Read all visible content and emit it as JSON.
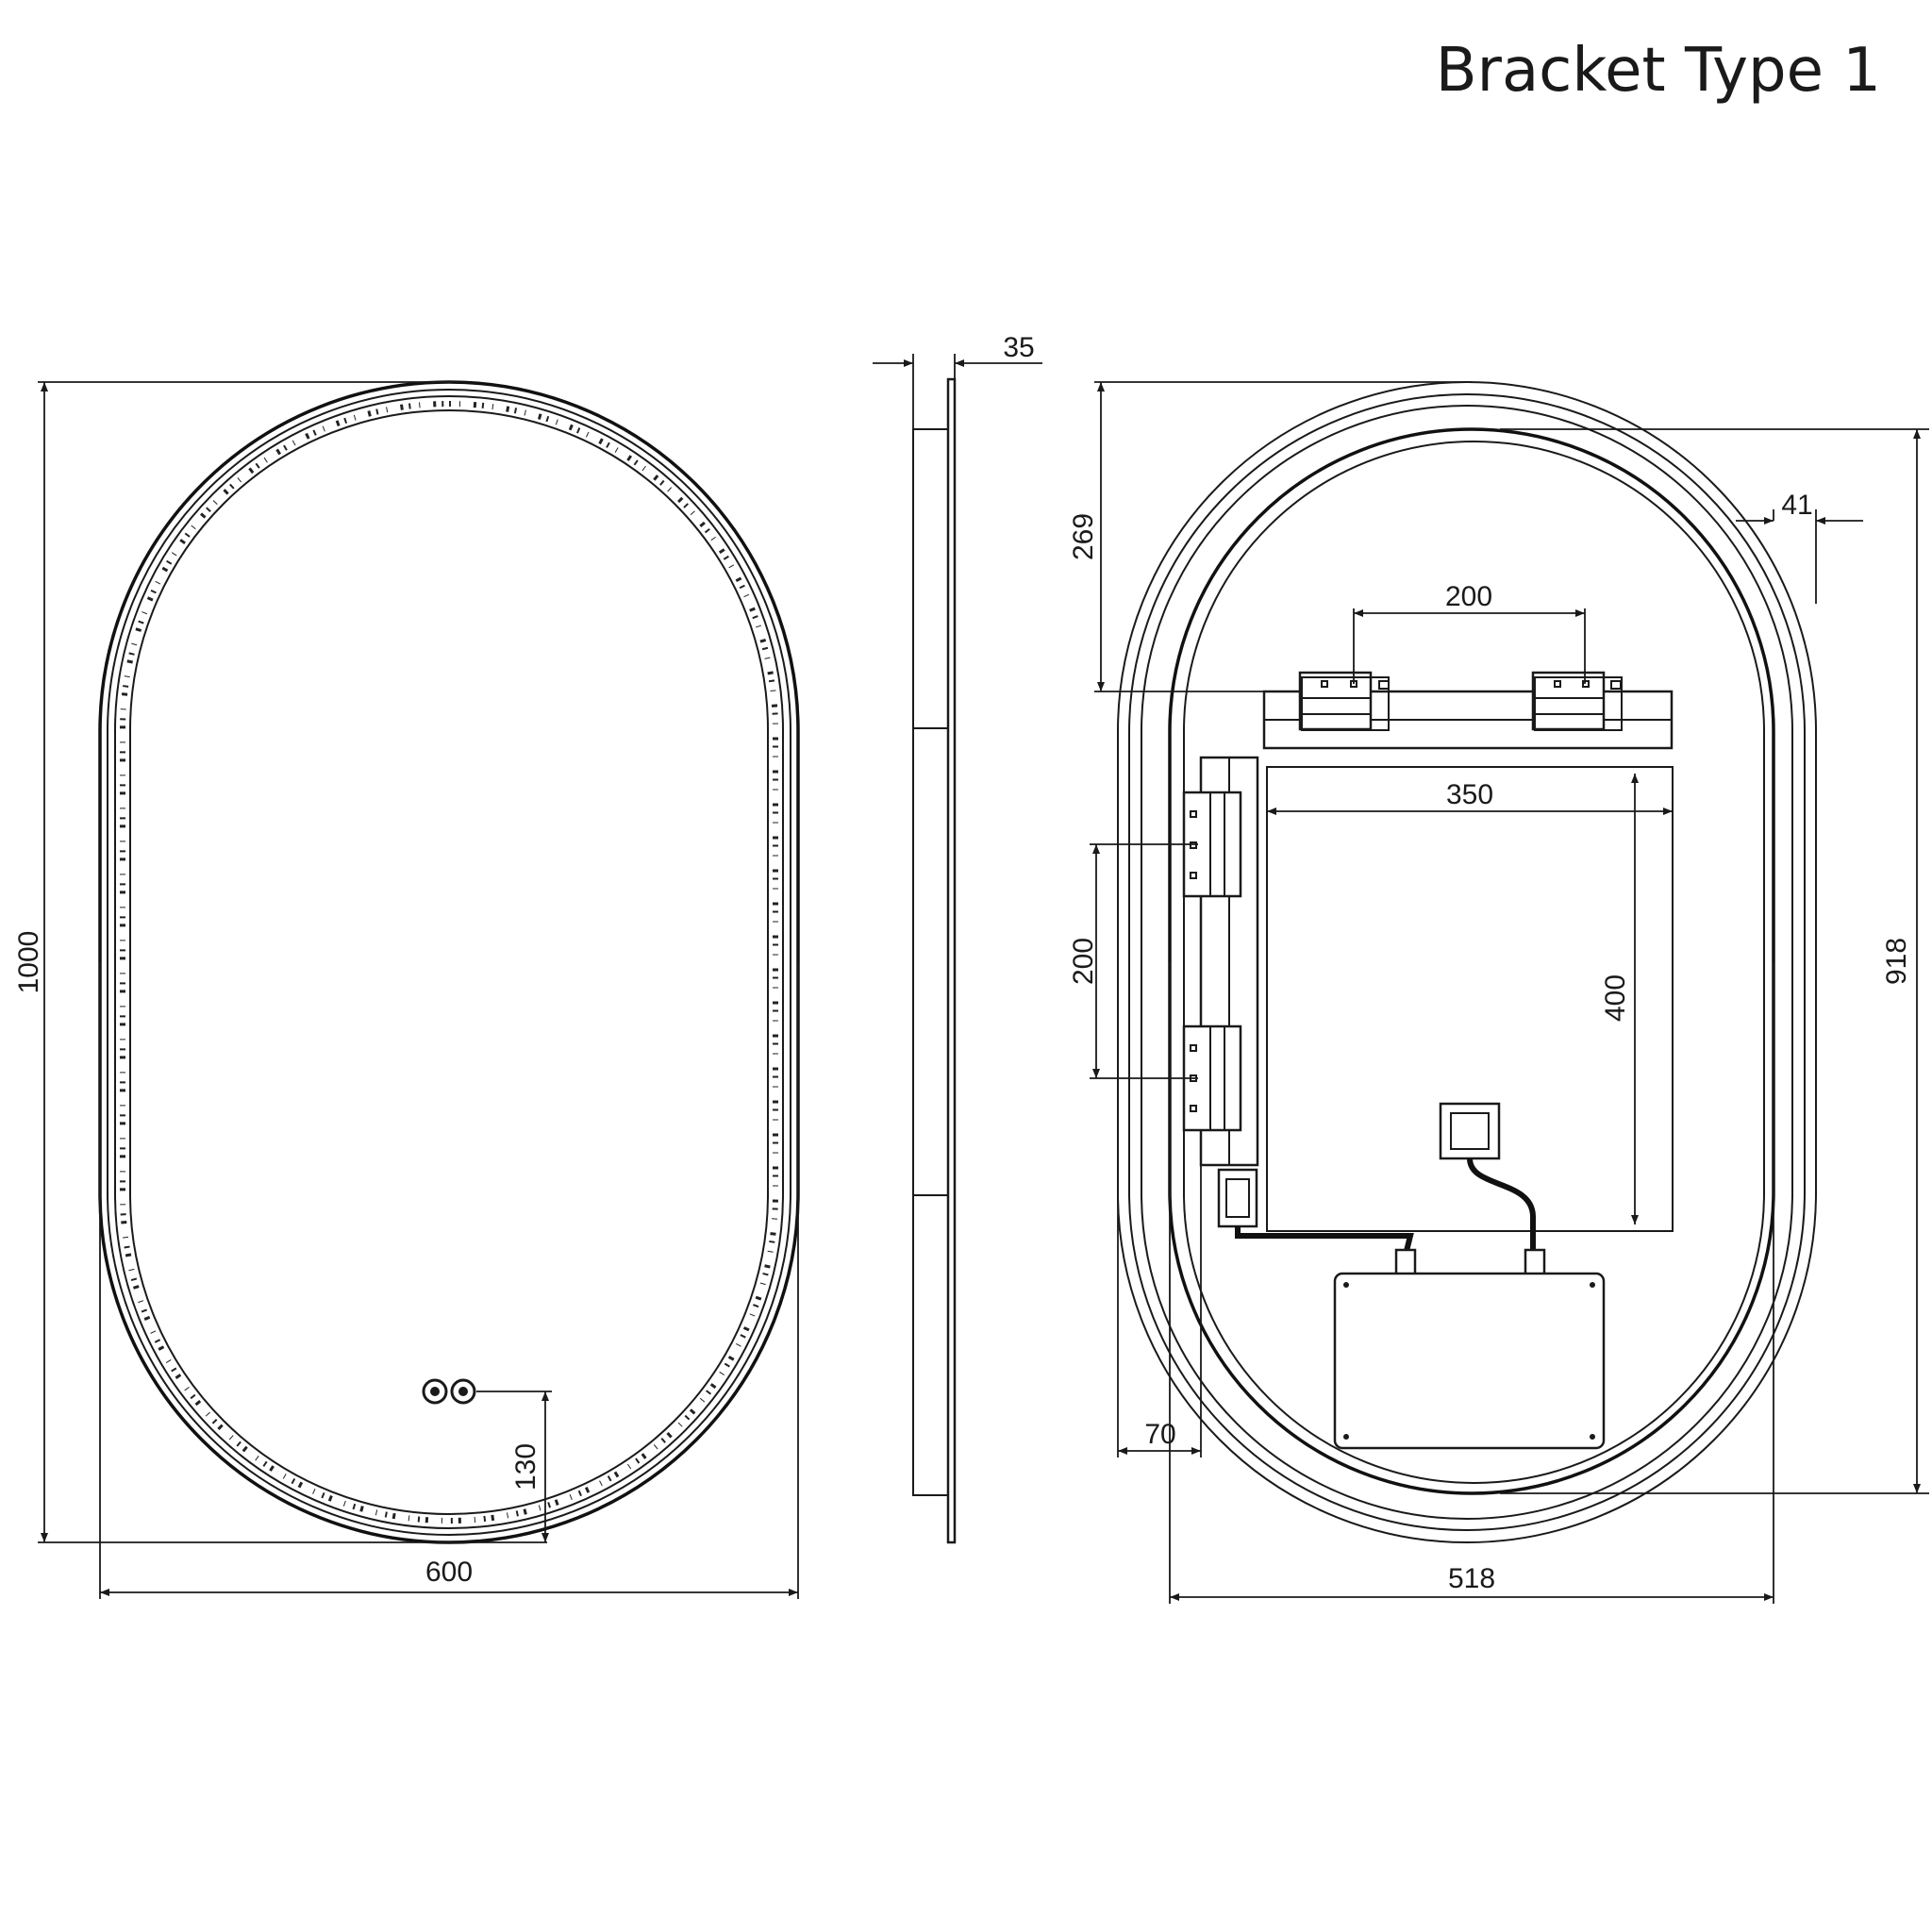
{
  "title": "Bracket Type 1",
  "front_view": {
    "height_label": "1000",
    "width_label": "600",
    "switch_offset_label": "130"
  },
  "side_view": {
    "depth_label": "35"
  },
  "back_view": {
    "top_offset_label": "269",
    "bracket_spacing_horizontal_label": "200",
    "bracket_spacing_vertical_label": "200",
    "panel_width_label": "350",
    "panel_height_label": "400",
    "inset_label": "41",
    "inner_height_label": "918",
    "side_offset_label": "70",
    "inner_width_label": "518"
  }
}
